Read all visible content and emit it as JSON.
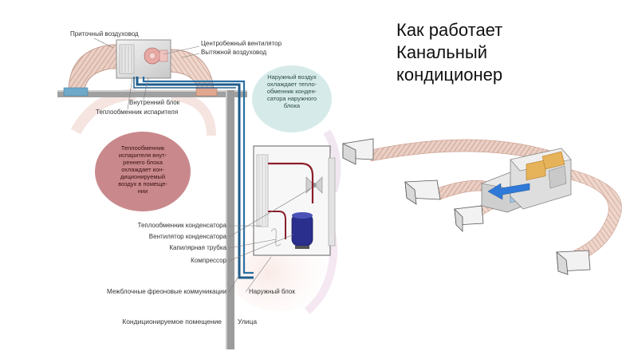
{
  "title_lines": [
    "Как работает",
    "Канальный",
    "кондиционер"
  ],
  "labels": {
    "supply_duct": "Приточный воздуховод",
    "centrifugal_fan": "Центробежный вентилятор",
    "exhaust_duct": "Вытяжной воздуховод",
    "indoor_unit": "Внутренний блок",
    "evaporator_hx": "Теплообменник испарителя",
    "condenser_hx": "Теплообменник конденсатора",
    "condenser_fan": "Вентилятор конденсатора",
    "capillary_tube": "Капилярная трубка",
    "compressor": "Компрессор",
    "freon_lines": "Межблочные фреоновые коммуникации",
    "outdoor_unit": "Наружный блок",
    "conditioned_room": "Кондиционируемое помещение",
    "street": "Улица"
  },
  "bubble_outdoor_lines": [
    "Наружный воздух",
    "охлаждает тепло-",
    "обменник конден-",
    "сатора наружного",
    "блока"
  ],
  "bubble_indoor_lines": [
    "Теплообменник",
    "испарителя внут-",
    "реннего блока",
    "охлаждает кон-",
    "диционируемый",
    "воздух в помеще-",
    "нии"
  ],
  "colors": {
    "bubble_outdoor": "#d6ebe9",
    "bubble_indoor": "#c9898c",
    "pipe_blue": "#1f5d8c",
    "pipe_red": "#8b1e2a",
    "duct": "#d9b1a2",
    "wall": "#9a9a9a",
    "cold_arrow": "#2f7ad8",
    "warm_box": "#e6b25a"
  }
}
